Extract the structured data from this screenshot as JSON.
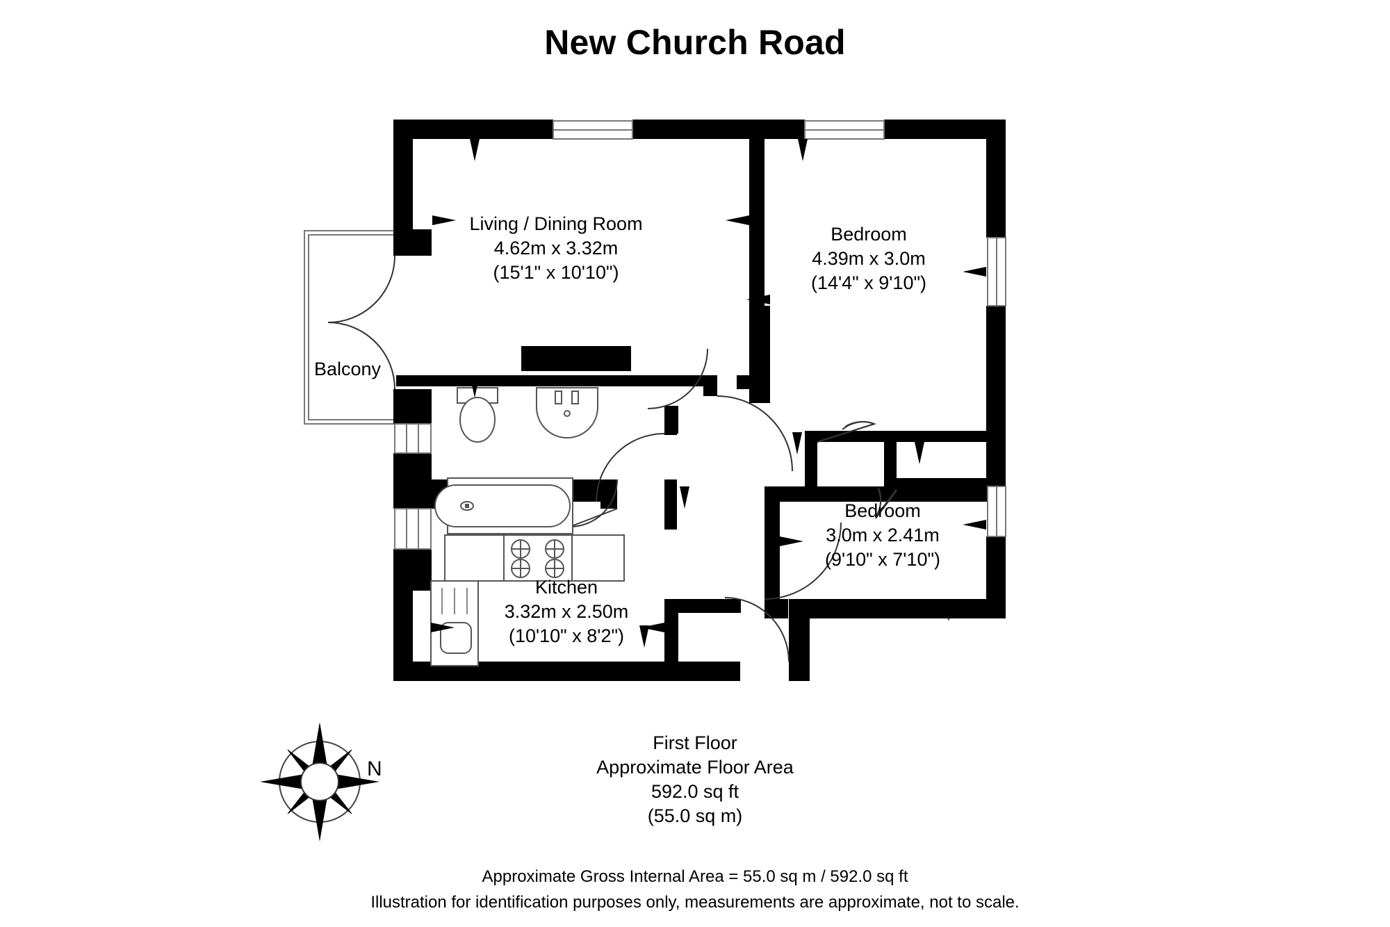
{
  "title": "New Church Road",
  "floor": {
    "name": "First Floor",
    "area_caption": "Approximate Floor Area",
    "area_sqft": "592.0 sq ft",
    "area_sqm": "(55.0 sq m)"
  },
  "compass": {
    "direction_label": "N",
    "icon": "compass-rose-icon"
  },
  "rooms": [
    {
      "id": "living-dining-room",
      "name": "Living / Dining Room",
      "metric": "4.62m x 3.32m",
      "imperial": "(15'1\" x 10'10\")"
    },
    {
      "id": "bedroom-1",
      "name": "Bedroom",
      "metric": "4.39m x 3.0m",
      "imperial": "(14'4\" x 9'10\")"
    },
    {
      "id": "bedroom-2",
      "name": "Bedroom",
      "metric": "3.0m x 2.41m",
      "imperial": "(9'10\" x 7'10\")"
    },
    {
      "id": "kitchen",
      "name": "Kitchen",
      "metric": "3.32m x 2.50m",
      "imperial": "(10'10\" x 8'2\")"
    }
  ],
  "balcony": {
    "label": "Balcony"
  },
  "disclaimer": {
    "line1": "Approximate Gross Internal Area = 55.0 sq m / 592.0 sq ft",
    "line2": "Illustration for identification purposes only, measurements are approximate, not to scale."
  },
  "colors": {
    "wall": "#000000",
    "background": "#ffffff",
    "fixture_stroke": "#555555",
    "text": "#000000"
  },
  "fixtures": [
    {
      "id": "toilet",
      "icon": "toilet-icon"
    },
    {
      "id": "wash-basin",
      "icon": "sink-icon"
    },
    {
      "id": "bath-tub",
      "icon": "bathtub-icon"
    },
    {
      "id": "hob",
      "icon": "stove-hob-icon"
    },
    {
      "id": "kitchen-sink",
      "icon": "kitchen-sink-icon"
    }
  ]
}
